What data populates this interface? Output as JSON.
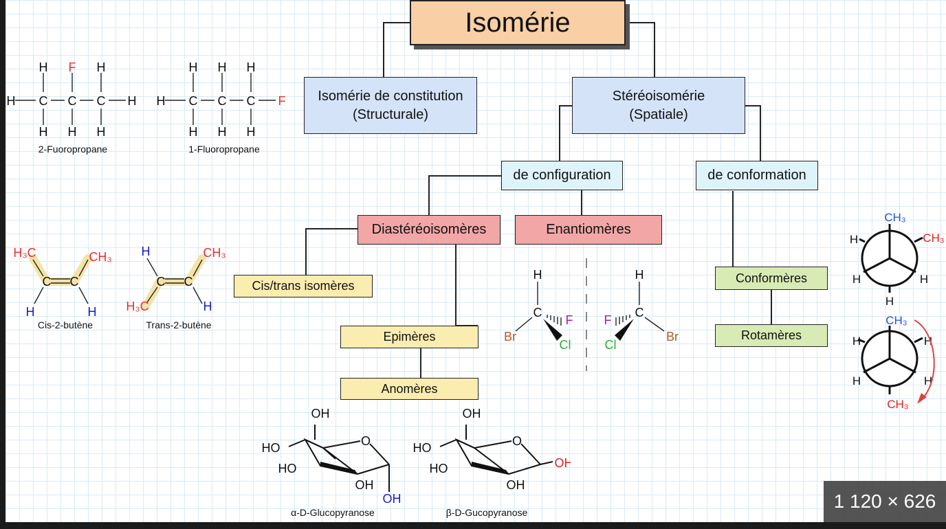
{
  "title": "Isomérie",
  "nodes": {
    "constitution": "Isomérie de constitution\n(Structurale)",
    "stereo": "Stéréoisomérie\n(Spatiale)",
    "configuration": "de configuration",
    "conformation": "de conformation",
    "diastereo": "Diastéréoisomères",
    "enantio": "Enantiomères",
    "cistrans": "Cis/trans isomères",
    "epimeres": "Epimères",
    "anomeres": "Anomères",
    "conformeres": "Conformères",
    "rotameres": "Rotamères"
  },
  "captions": {
    "fluoro2": "2-Fuoropropane",
    "fluoro1": "1-Fluoropropane",
    "cis": "Cis-2-butène",
    "trans": "Trans-2-butène",
    "alpha": "α-D-Glucopyranose",
    "beta": "β-D-Gucopyranose"
  },
  "atoms": {
    "h": "H",
    "c": "C",
    "f": "F",
    "cl": "Cl",
    "br": "Br",
    "o": "O",
    "oh": "OH",
    "ho": "HO",
    "ch3": "CH₃",
    "h3c": "H₃C"
  },
  "colors": {
    "fluorine": "#e83030",
    "chlorine": "#33aa33",
    "bromine": "#b05a2a",
    "newman_ch3": "#2050e0",
    "alpha_oh": "#1a1ad0",
    "beta_oh": "#e02020",
    "arrow": "#e04040"
  },
  "image_size": "1 120 × 626"
}
